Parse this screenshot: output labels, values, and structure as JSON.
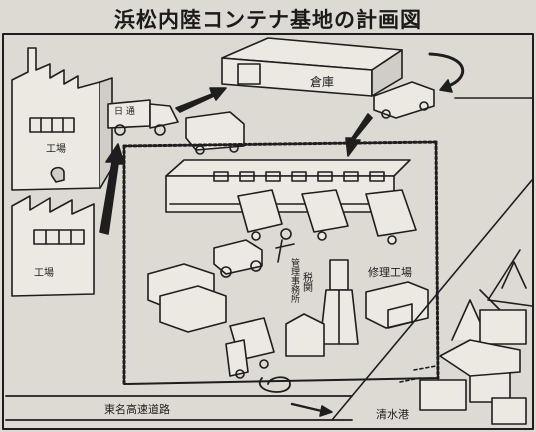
{
  "title": "浜松内陸コンテナ基地の計画図",
  "labels": {
    "warehouse": "倉庫",
    "factory_1": "工場",
    "factory_2": "工場",
    "truck_sign": "日 通",
    "customs": "税関",
    "admin": "管理事務所",
    "repair": "修理工場",
    "expressway": "東名高速道路",
    "port": "清水港"
  },
  "colors": {
    "ink": "#1e1e1e",
    "paper": "#dcdad3"
  }
}
